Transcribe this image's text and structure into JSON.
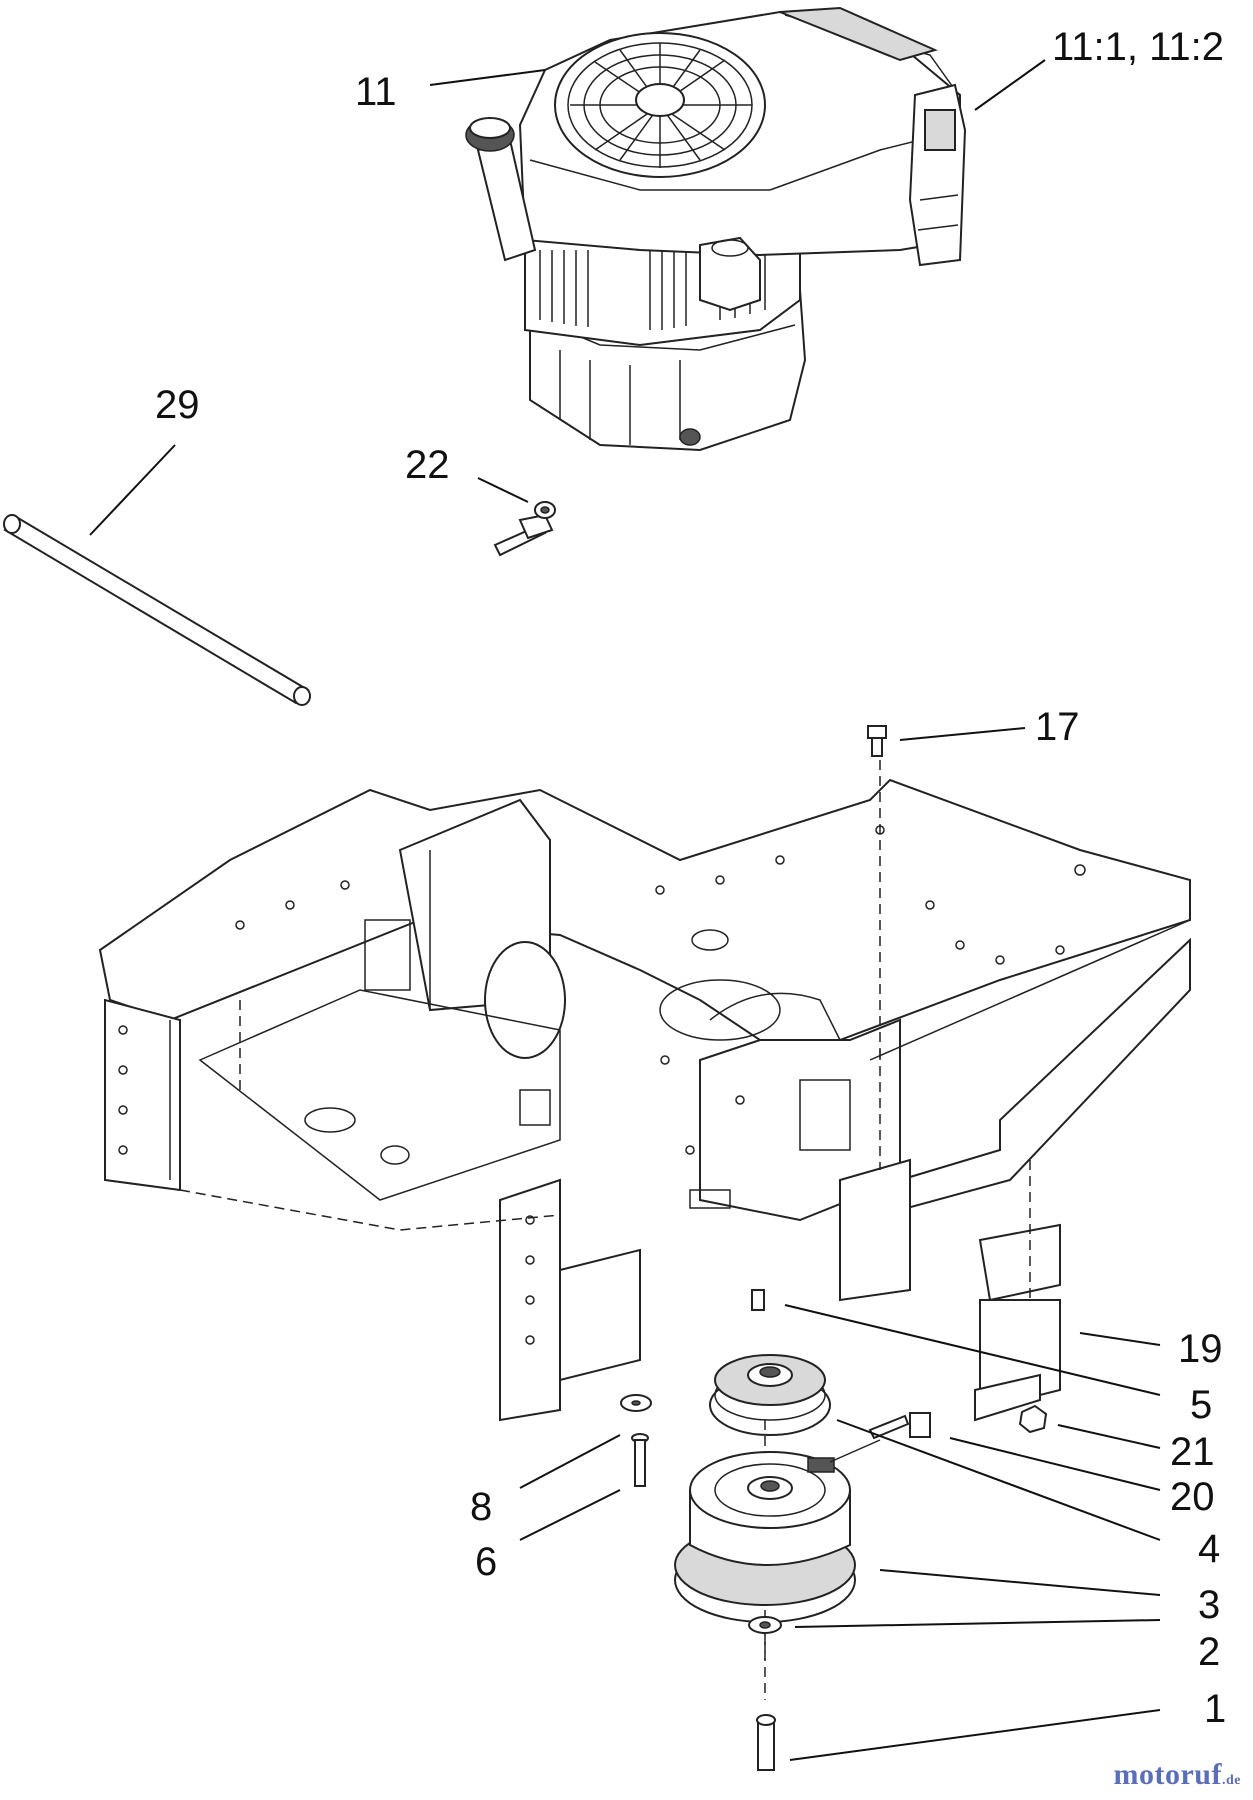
{
  "callouts": {
    "c11": "11",
    "c11_1": "11:1, 11:2",
    "c29": "29",
    "c22": "22",
    "c17": "17",
    "c19": "19",
    "c5": "5",
    "c21": "21",
    "c20": "20",
    "c8": "8",
    "c6": "6",
    "c4": "4",
    "c3": "3",
    "c2": "2",
    "c1": "1"
  },
  "watermark": {
    "brand": "motoruf",
    "tld": ".de"
  },
  "colors": {
    "line": "#222222",
    "brand_blue": "#5a6fb8",
    "brand_orange": "#e39a2a"
  }
}
